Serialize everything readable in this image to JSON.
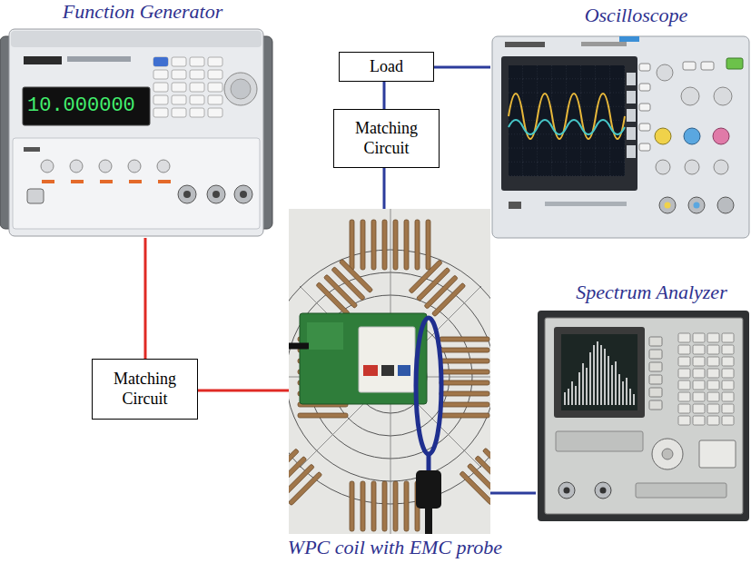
{
  "diagram": {
    "nodes": [
      {
        "text": [
          "Function Generator"
        ]
      },
      {
        "text": [
          "Load"
        ]
      },
      {
        "text": [
          "Oscilloscope"
        ]
      },
      {
        "text": [
          "Matching Circuit"
        ]
      },
      {
        "text": [
          "Spectrum Analyzer"
        ]
      },
      {
        "text": [
          "Matching Circuit"
        ]
      },
      {
        "text": [
          "WPC coil with EMC probe"
        ]
      }
    ],
    "edges": [
      {
        "from": 0,
        "to": 5,
        "arrow": "none"
      },
      {
        "from": 5,
        "to": 6,
        "arrow": "none"
      },
      {
        "from": 6,
        "to": 3,
        "arrow": "none"
      },
      {
        "from": 3,
        "to": 1,
        "arrow": "none"
      },
      {
        "from": 1,
        "to": 2,
        "arrow": "none"
      },
      {
        "from": 6,
        "to": 4,
        "arrow": "none"
      }
    ],
    "labels": [
      "10.000000"
    ]
  }
}
